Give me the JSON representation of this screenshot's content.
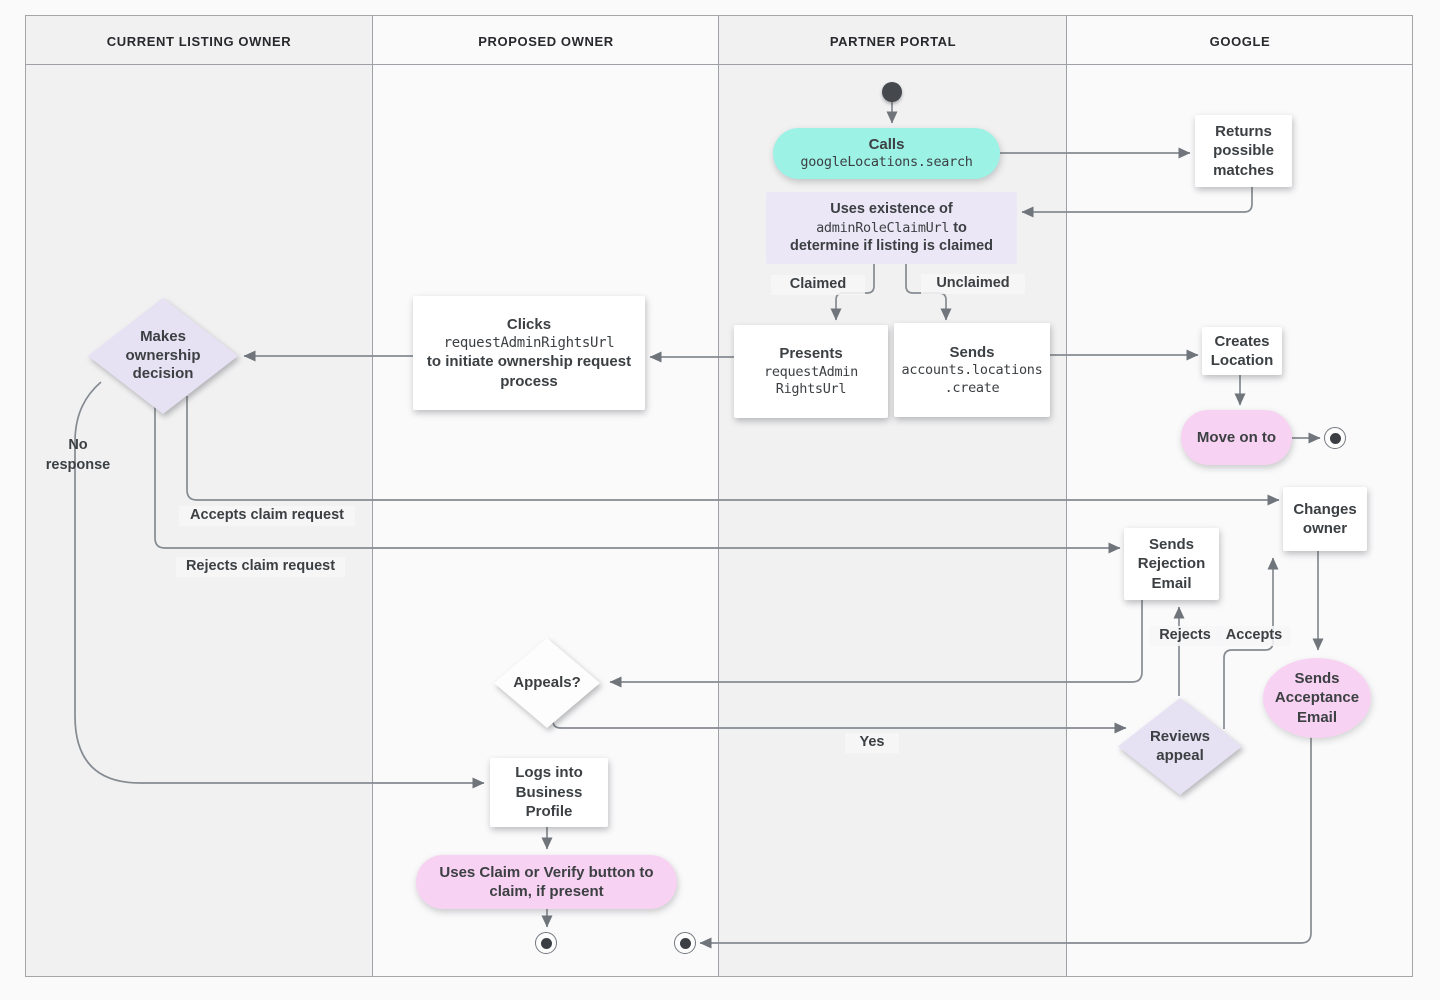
{
  "colors": {
    "lane_gray": "#f1f1f2",
    "lane_light": "#fafafb",
    "cyan_accent": "#9df2e6",
    "lavender_accent": "#e7e1f4",
    "pink_accent": "#f8d2f2",
    "line": "#858b91",
    "text": "#3c4043"
  },
  "lanes": [
    {
      "label": "CURRENT LISTING OWNER"
    },
    {
      "label": "PROPOSED OWNER"
    },
    {
      "label": "PARTNER PORTAL"
    },
    {
      "label": "GOOGLE"
    }
  ],
  "nodes": {
    "calls": {
      "title": "Calls",
      "code": "googleLocations.search"
    },
    "returns": {
      "label": "Returns possible matches"
    },
    "uses": {
      "line1": "Uses existence of",
      "code": "adminRoleClaimUrl",
      "line2_suffix": " to",
      "line3": "determine if listing is claimed"
    },
    "presents": {
      "title": "Presents",
      "code1": "requestAdmin",
      "code2": "RightsUrl"
    },
    "sends_create": {
      "title": "Sends",
      "code1": "accounts.locations",
      "code2": ".create"
    },
    "clicks": {
      "title": "Clicks",
      "code": "requestAdminRightsUrl",
      "rest": "to initiate ownership request process"
    },
    "makes_decision": {
      "label": "Makes ownership decision"
    },
    "creates_location": {
      "label": "Creates Location"
    },
    "move_on": {
      "label": "Move on to"
    },
    "changes_owner": {
      "label": "Changes owner"
    },
    "sends_rejection": {
      "label": "Sends Rejection Email"
    },
    "appeals": {
      "label": "Appeals?"
    },
    "reviews_appeal": {
      "label": "Reviews appeal"
    },
    "sends_acceptance": {
      "label": "Sends Acceptance Email"
    },
    "logs_in": {
      "label": "Logs into Business Profile"
    },
    "uses_claim": {
      "label": "Uses Claim or Verify button to claim, if present"
    }
  },
  "edge_labels": {
    "claimed": "Claimed",
    "unclaimed": "Unclaimed",
    "no_response": "No response",
    "accepts_claim": "Accepts claim request",
    "rejects_claim": "Rejects claim request",
    "yes": "Yes",
    "rejects": "Rejects",
    "accepts": "Accepts"
  }
}
